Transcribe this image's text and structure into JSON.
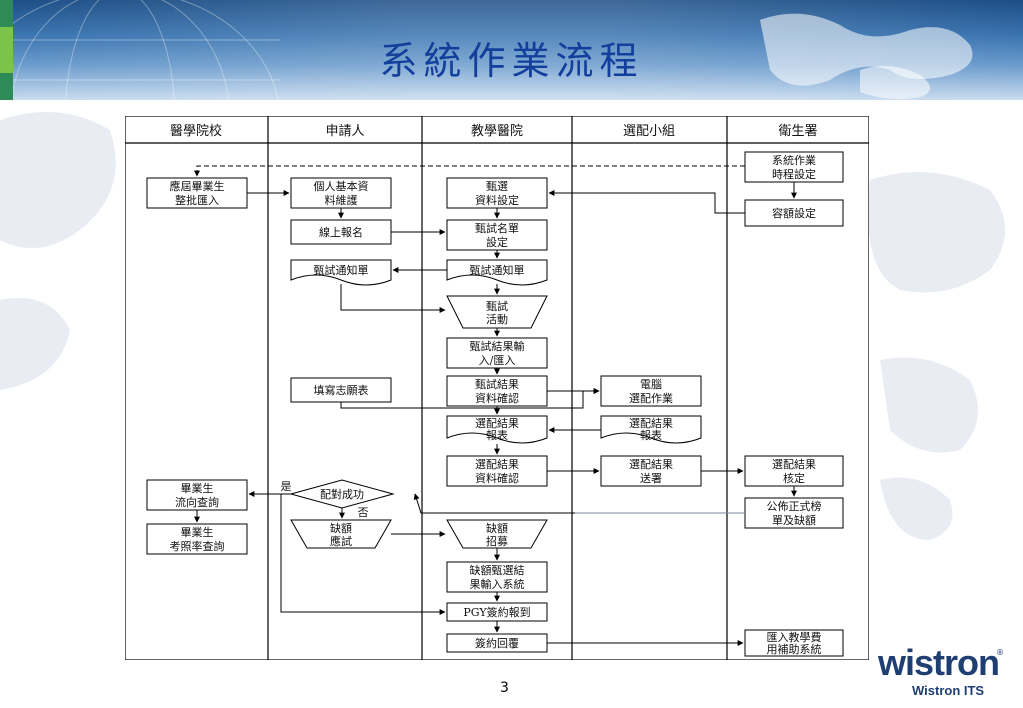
{
  "slide": {
    "title": "系統作業流程",
    "page_number": "3",
    "brand": "wistron",
    "brand_mark": "®",
    "sub_brand": "Wistron ITS"
  },
  "lanes": [
    "醫學院校",
    "申請人",
    "教學醫院",
    "選配小組",
    "衛生署"
  ],
  "nodes": {
    "schedule": [
      "系統作業",
      "時程設定"
    ],
    "quota": "容額設定",
    "grads": [
      "應屆畢業生",
      "整批匯入"
    ],
    "personal": [
      "個人基本資",
      "料維護"
    ],
    "screen_data": [
      "甄選",
      "資料設定"
    ],
    "online_reg": "線上報名",
    "screen_list": [
      "甄試名單",
      "設定"
    ],
    "notice_left": "甄試通知單",
    "notice_mid": "甄試通知單",
    "activity": [
      "甄試",
      "活動"
    ],
    "results_input": [
      "甄試結果輸",
      "入/匯入"
    ],
    "wish": "填寫志願表",
    "results_confirm": [
      "甄試結果",
      "資料確認"
    ],
    "computer": [
      "電腦",
      "選配作業"
    ],
    "report_mid": [
      "選配結果",
      "報表"
    ],
    "report_right": [
      "選配結果",
      "報表"
    ],
    "match_confirm": [
      "選配結果",
      "資料確認"
    ],
    "match_send": [
      "選配結果",
      "送署"
    ],
    "match_approve": [
      "選配結果",
      "核定"
    ],
    "grad_query": [
      "畢業生",
      "流向查詢"
    ],
    "decision": "配對成功",
    "yes": "是",
    "no": "否",
    "announce": [
      "公佈正式榜",
      "單及缺額"
    ],
    "vacancy_apply": [
      "缺額",
      "應試"
    ],
    "vacancy_recruit": [
      "缺額",
      "招募"
    ],
    "license_query": [
      "畢業生",
      "考照率查詢"
    ],
    "vacancy_input": [
      "缺額甄選結",
      "果輸入系統"
    ],
    "pgy": "PGY簽約報到",
    "return": "簽約回覆",
    "subsidy": [
      "匯入教學費",
      "用補助系統"
    ]
  }
}
